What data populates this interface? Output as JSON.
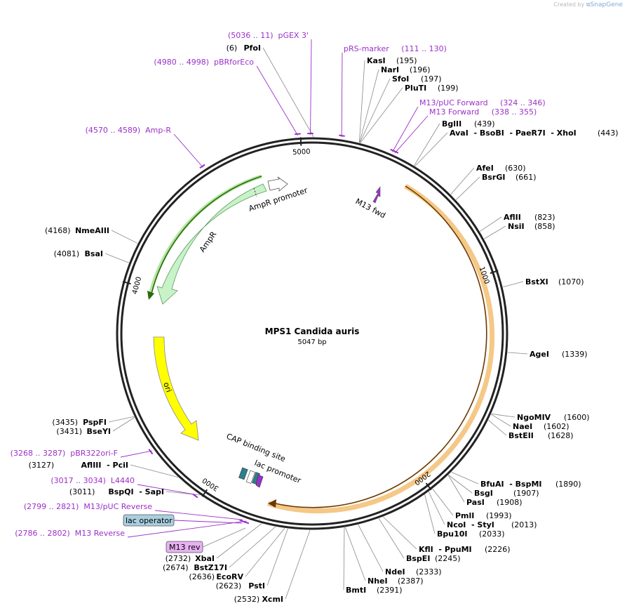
{
  "credit": "Created by",
  "brand": "SnapGene",
  "plasmid": {
    "name": "MPS1 Candida auris",
    "length": "5047 bp",
    "bp": 5047
  },
  "ticks": [
    {
      "label": "1000",
      "pos": 1000
    },
    {
      "label": "2000",
      "pos": 2000
    },
    {
      "label": "3000",
      "pos": 3000
    },
    {
      "label": "4000",
      "pos": 4000
    },
    {
      "label": "5000",
      "pos": 5000
    }
  ],
  "enzymes": [
    {
      "name": "PfoI",
      "num": "(6)",
      "pos": 6
    },
    {
      "name": "KasI",
      "num": "(195)",
      "pos": 195
    },
    {
      "name": "NarI",
      "num": "(196)",
      "pos": 196
    },
    {
      "name": "SfoI",
      "num": "(197)",
      "pos": 197
    },
    {
      "name": "PluTI",
      "num": "(199)",
      "pos": 199
    },
    {
      "name": "BglII",
      "num": "(439)",
      "pos": 439
    },
    {
      "name": "AvaI  - BsoBI  - PaeR7I  - XhoI",
      "num": "(443)",
      "pos": 443
    },
    {
      "name": "AfeI",
      "num": "(630)",
      "pos": 630
    },
    {
      "name": "BsrGI",
      "num": "(661)",
      "pos": 661
    },
    {
      "name": "AflII",
      "num": "(823)",
      "pos": 823
    },
    {
      "name": "NsiI",
      "num": "(858)",
      "pos": 858
    },
    {
      "name": "BstXI",
      "num": "(1070)",
      "pos": 1070
    },
    {
      "name": "AgeI",
      "num": "(1339)",
      "pos": 1339
    },
    {
      "name": "NgoMIV",
      "num": "(1600)",
      "pos": 1600
    },
    {
      "name": "NaeI",
      "num": "(1602)",
      "pos": 1602
    },
    {
      "name": "BstEII",
      "num": "(1628)",
      "pos": 1628
    },
    {
      "name": "BfuAI  - BspMI",
      "num": "(1890)",
      "pos": 1890
    },
    {
      "name": "BsgI",
      "num": "(1907)",
      "pos": 1907
    },
    {
      "name": "PasI",
      "num": "(1908)",
      "pos": 1908
    },
    {
      "name": "PmlI",
      "num": "(1993)",
      "pos": 1993
    },
    {
      "name": "NcoI  - StyI",
      "num": "(2013)",
      "pos": 2013
    },
    {
      "name": "Bpu10I",
      "num": "(2033)",
      "pos": 2033
    },
    {
      "name": "KflI  - PpuMI",
      "num": "(2226)",
      "pos": 2226
    },
    {
      "name": "BspEI",
      "num": "(2245)",
      "pos": 2245
    },
    {
      "name": "NdeI",
      "num": "(2333)",
      "pos": 2333
    },
    {
      "name": "NheI",
      "num": "(2387)",
      "pos": 2387
    },
    {
      "name": "BmtI",
      "num": "(2391)",
      "pos": 2391
    },
    {
      "name": "XcmI",
      "num": "(2532)",
      "pos": 2532
    },
    {
      "name": "PstI",
      "num": "(2623)",
      "pos": 2623
    },
    {
      "name": "EcoRV",
      "num": "(2636)",
      "pos": 2636
    },
    {
      "name": "BstZ17I",
      "num": "(2674)",
      "pos": 2674
    },
    {
      "name": "XbaI",
      "num": "(2732)",
      "pos": 2732
    },
    {
      "name": "BspQI  - SapI",
      "num": "(3011)",
      "pos": 3011
    },
    {
      "name": "AflIII  - PciI",
      "num": "(3127)",
      "pos": 3127
    },
    {
      "name": "BseYI",
      "num": "(3431)",
      "pos": 3431
    },
    {
      "name": "PspFI",
      "num": "(3435)",
      "pos": 3435
    },
    {
      "name": "BsaI",
      "num": "(4081)",
      "pos": 4081
    },
    {
      "name": "NmeAIII",
      "num": "(4168)",
      "pos": 4168
    }
  ],
  "primers": [
    {
      "name": "pGEX 3'",
      "range": "(5036 .. 11)",
      "pos": 5040
    },
    {
      "name": "pBRforEco",
      "range": "(4980 .. 4998)",
      "pos": 4989
    },
    {
      "name": "Amp-R",
      "range": "(4570 .. 4589)",
      "pos": 4580
    },
    {
      "name": "pRS-marker",
      "range": "(111 .. 130)",
      "pos": 120
    },
    {
      "name": "M13/pUC Forward",
      "range": "(324 .. 346)",
      "pos": 335
    },
    {
      "name": "M13 Forward",
      "range": "(338 .. 355)",
      "pos": 346
    },
    {
      "name": "pBR322ori-F",
      "range": "(3268 .. 3287)",
      "pos": 3278
    },
    {
      "name": "L4440",
      "range": "(3017 .. 3034)",
      "pos": 3025
    },
    {
      "name": "M13/pUC Reverse",
      "range": "(2799 .. 2821)",
      "pos": 2810
    },
    {
      "name": "M13 Reverse",
      "range": "(2786 .. 2802)",
      "pos": 2794
    }
  ],
  "features": {
    "ampr": "AmpR",
    "ampr_promoter": "AmpR promoter",
    "ori": "ori",
    "m13_fwd": "M13 fwd",
    "cap": "CAP binding site",
    "lac_promoter": "lac promoter",
    "lac_operator": "lac operator",
    "m13_rev": "M13 rev"
  },
  "colors": {
    "primer": "#9b30c9",
    "ampr": "#c8f2c8",
    "ori": "#ffff00",
    "orange": "#f5c887",
    "lac_operator": "#a9cfe0",
    "m13_rev": "#e7b1f3",
    "cap": "#2b7f8f"
  }
}
